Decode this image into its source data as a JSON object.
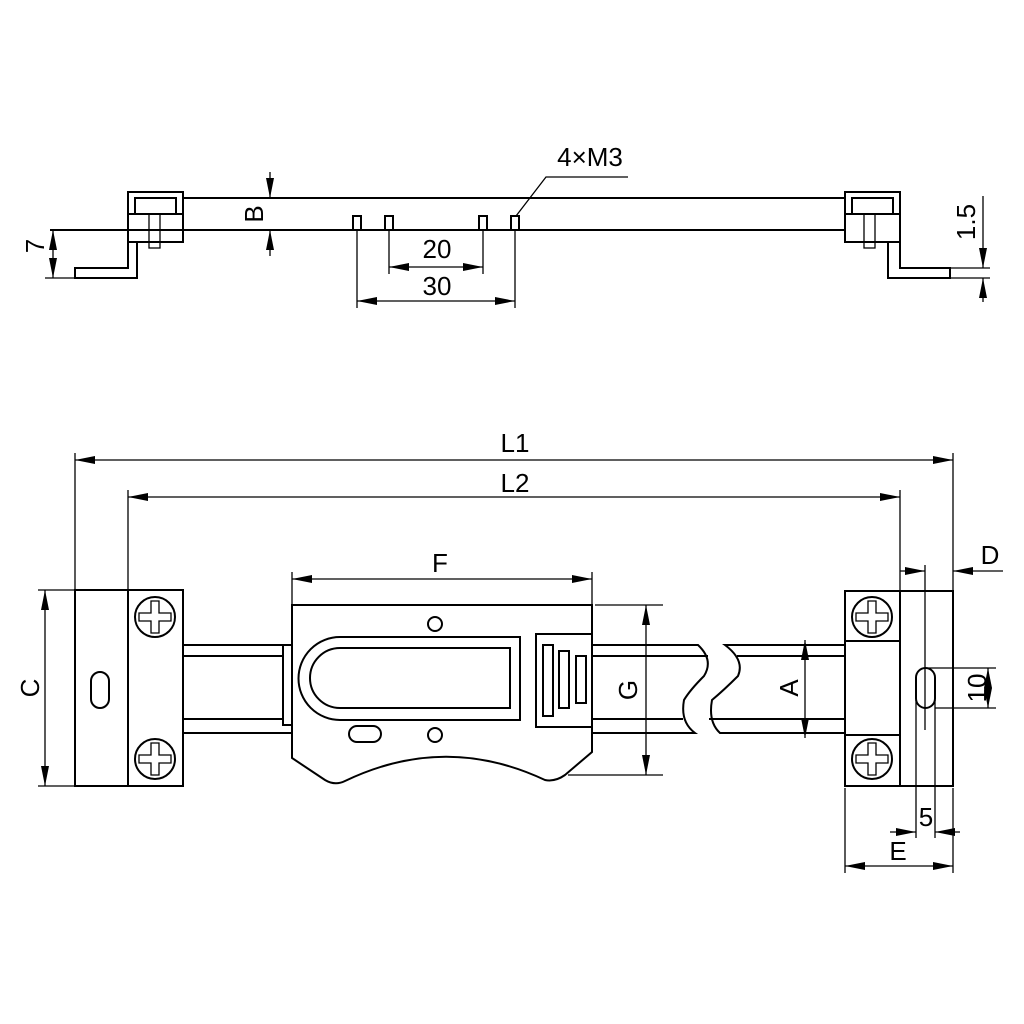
{
  "title": "Digital linear scale dimension drawing",
  "colors": {
    "line": "#000000",
    "background": "#ffffff"
  },
  "top_view": {
    "thread_callout": "4×M3",
    "dim_height": "7",
    "dim_thickness": "B",
    "dim_hole_inner": "20",
    "dim_hole_outer": "30",
    "dim_plate": "1.5"
  },
  "front_view": {
    "dim_total_length": "L1",
    "dim_mount_length": "L2",
    "dim_body_width": "F",
    "dim_end_height": "C",
    "dim_body_height": "G",
    "dim_rail_height": "A",
    "dim_slot_offset": "D",
    "dim_slot_length": "10",
    "dim_slot_width": "5",
    "dim_end_width": "E"
  }
}
